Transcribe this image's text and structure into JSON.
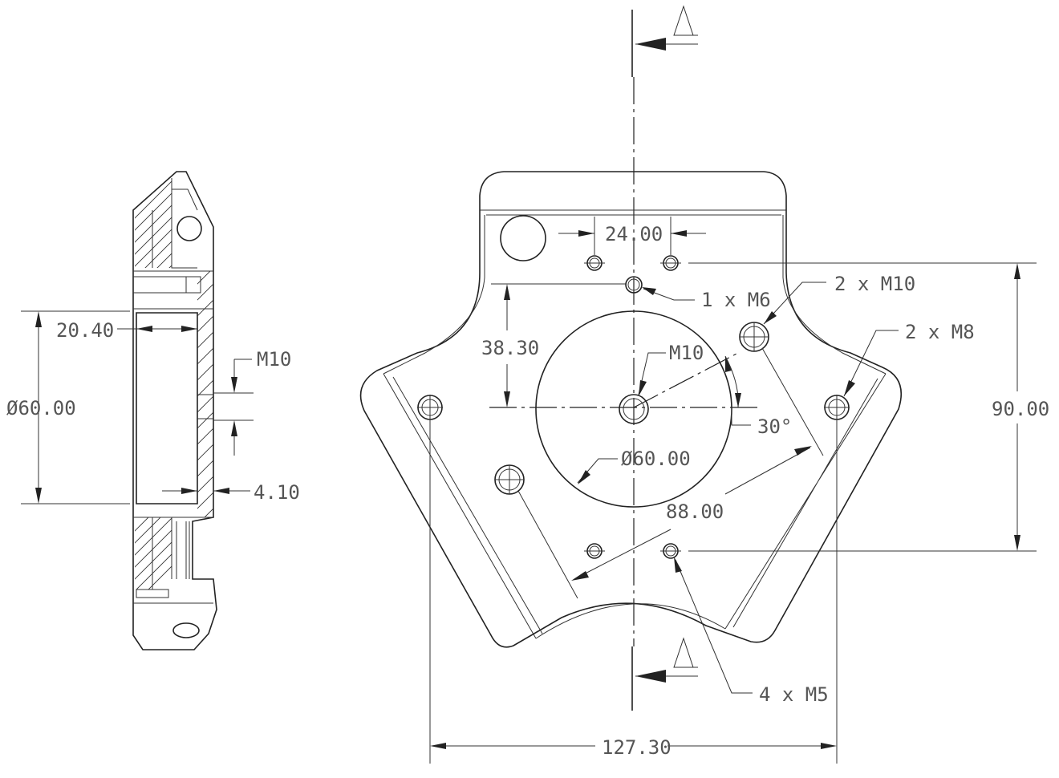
{
  "side_view": {
    "dims": {
      "depth": "20.40",
      "diameter": "Ø60.00",
      "thread": "M10",
      "wall": "4.10"
    }
  },
  "front_view": {
    "section_marker": "A",
    "dims": {
      "hole_spacing": "24.00",
      "height_offset": "38.30",
      "vertical_span": "90.00",
      "horizontal_span": "127.30",
      "bore_diameter": "Ø60.00",
      "diagonal_span": "88.00",
      "angle": "30°"
    },
    "callouts": {
      "m6": "1 x M6",
      "m10_pair": "2 x M10",
      "m8_pair": "2 x M8",
      "m10_center": "M10",
      "m5_quad": "4 x M5"
    }
  }
}
